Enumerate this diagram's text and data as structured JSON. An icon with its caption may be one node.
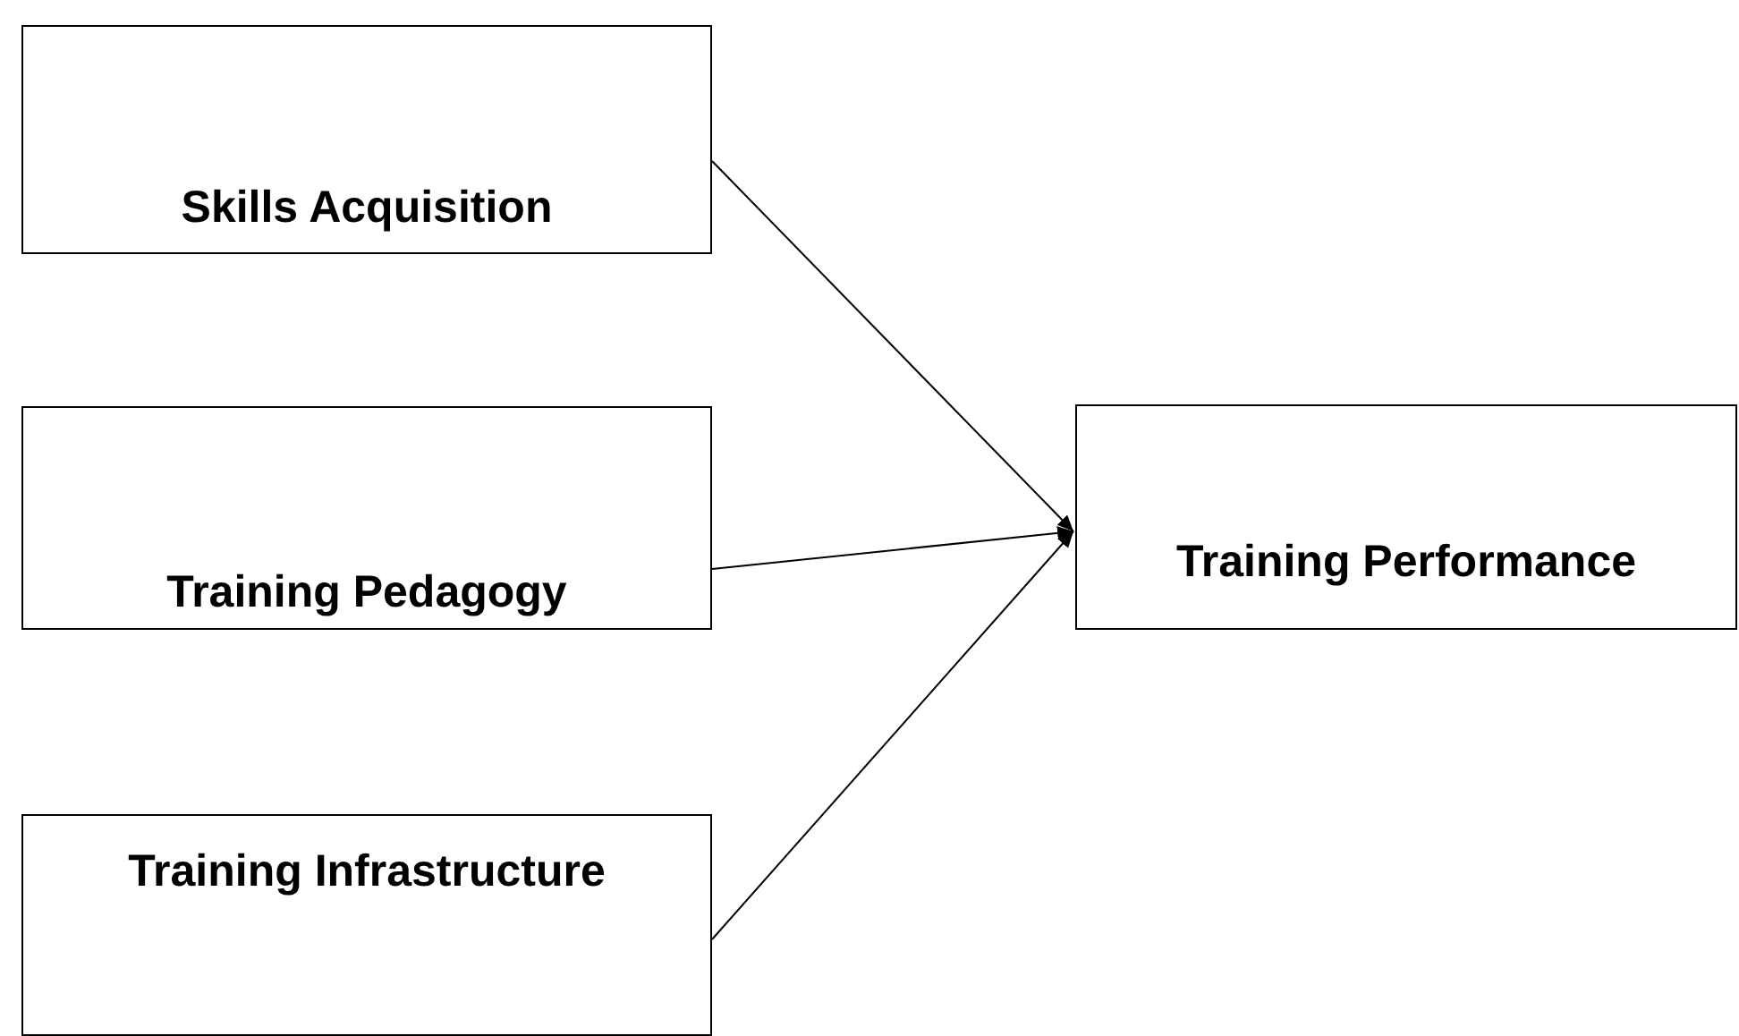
{
  "diagram": {
    "nodes": [
      {
        "text": [
          "Skills Acquisition"
        ]
      },
      {
        "text": [
          "Training Pedagogy"
        ]
      },
      {
        "text": [
          "Training Infrastructure"
        ]
      },
      {
        "text": [
          "Training Performance"
        ]
      }
    ],
    "edges": [
      {
        "from": 0,
        "to": 3,
        "arrow": "to"
      },
      {
        "from": 1,
        "to": 3,
        "arrow": "to"
      },
      {
        "from": 2,
        "to": 3,
        "arrow": "to"
      }
    ]
  }
}
